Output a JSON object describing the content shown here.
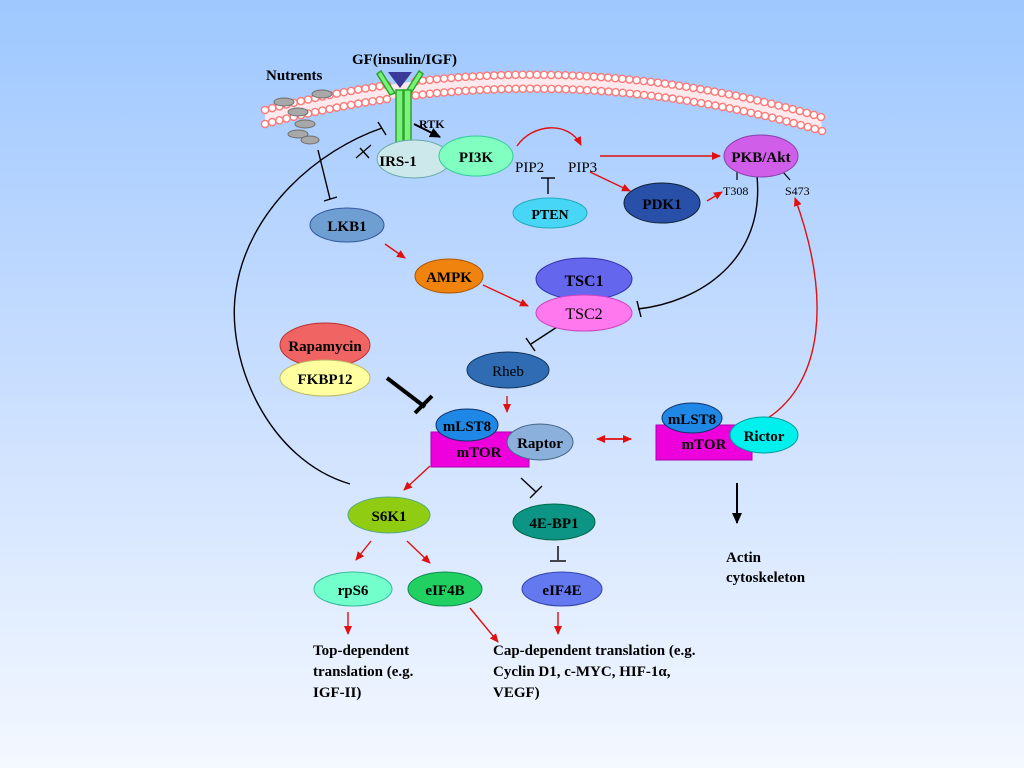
{
  "nodes": {
    "gf": "GF(insulin/IGF)",
    "nutrients": "Nutrents",
    "rtk": "RTK",
    "irs1": "IRS-1",
    "pi3k": "PI3K",
    "pip2": "PIP2",
    "pip3": "PIP3",
    "pten": "PTEN",
    "pdk1": "PDK1",
    "pkb_akt": "PKB/Akt",
    "t308": "T308",
    "s473": "S473",
    "lkb1": "LKB1",
    "ampk": "AMPK",
    "tsc1": "TSC1",
    "tsc2": "TSC2",
    "rapamycin": "Rapamycin",
    "fkbp12": "FKBP12",
    "rheb": "Rheb",
    "mlst8_c1": "mLST8",
    "mtor_c1": "mTOR",
    "raptor": "Raptor",
    "mlst8_c2": "mLST8",
    "mtor_c2": "mTOR",
    "rictor": "Rictor",
    "s6k1": "S6K1",
    "ebp1": "4E-BP1",
    "rps6": "rpS6",
    "eif4b": "eIF4B",
    "eif4e": "eIF4E",
    "actin1": "Actin",
    "actin2": "cytoskeleton",
    "top1": "Top-dependent",
    "top2": "translation (e.g.",
    "top3": "IGF-II)",
    "cap1": "Cap-dependent translation (e.g.",
    "cap2": "Cyclin D1, c-MYC, HIF-1α,",
    "cap3": "VEGF)"
  },
  "colors": {
    "activation_arrow": "#e01010",
    "inhibition_line": "#000000",
    "membrane": "#ff7878",
    "receptor": "#44dd44",
    "ligand": "#3a3a9a",
    "mtor_block": "#ee00dd"
  }
}
